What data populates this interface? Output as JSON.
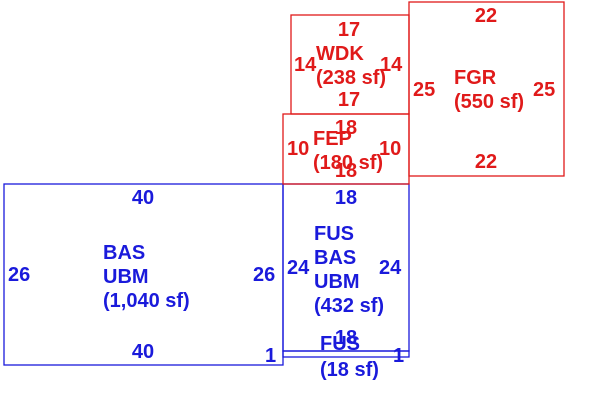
{
  "colors": {
    "blue": "#1a1adb",
    "red": "#e01a1a"
  },
  "areas": {
    "bas": {
      "lines": [
        "BAS",
        "UBM",
        "(1,040 sf)"
      ],
      "dims": {
        "top": "40",
        "bottom": "40",
        "left": "26",
        "right": "26"
      }
    },
    "fus_bas": {
      "lines": [
        "FUS",
        "BAS",
        "UBM",
        "(432 sf)"
      ],
      "dims": {
        "top": "18",
        "left": "24",
        "right": "24"
      }
    },
    "fus_small": {
      "lines": [
        "FUS",
        "(18 sf)"
      ],
      "dims": {
        "top": "18",
        "left": "1",
        "right": "1"
      }
    },
    "fep": {
      "lines": [
        "FEP",
        "(180 sf)"
      ],
      "dims": {
        "top": "18",
        "bottom": "18",
        "left": "10",
        "right": "10"
      }
    },
    "wdk": {
      "lines": [
        "WDK",
        "(238 sf)"
      ],
      "dims": {
        "top": "17",
        "bottom": "17",
        "left": "14",
        "right": "14"
      }
    },
    "fgr": {
      "lines": [
        "FGR",
        "(550 sf)"
      ],
      "dims": {
        "top": "22",
        "bottom": "22",
        "left": "25",
        "right": "25"
      }
    }
  }
}
